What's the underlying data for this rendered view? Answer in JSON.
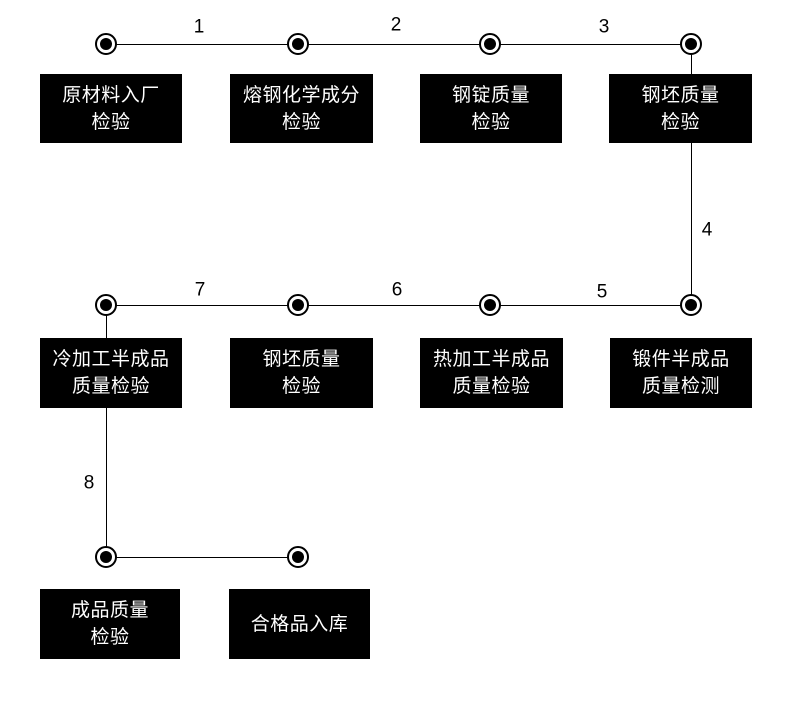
{
  "diagram": {
    "connector_labels": [
      "1",
      "2",
      "3",
      "4",
      "5",
      "6",
      "7",
      "8"
    ],
    "boxes": [
      {
        "lines": [
          "原材料入厂",
          "检验"
        ]
      },
      {
        "lines": [
          "熔钢化学成分",
          "检验"
        ]
      },
      {
        "lines": [
          "钢锭质量",
          "检验"
        ]
      },
      {
        "lines": [
          "钢坯质量",
          "检验"
        ]
      },
      {
        "lines": [
          "冷加工半成品",
          "质量检验"
        ]
      },
      {
        "lines": [
          "钢坯质量",
          "检验"
        ]
      },
      {
        "lines": [
          "热加工半成品",
          "质量检验"
        ]
      },
      {
        "lines": [
          "锻件半成品",
          "质量检测"
        ]
      },
      {
        "lines": [
          "成品质量",
          "检验"
        ]
      },
      {
        "lines": [
          "合格品入库"
        ]
      }
    ],
    "colors": {
      "background": "#ffffff",
      "box_background": "#000000",
      "box_text": "#ffffff",
      "line": "#000000",
      "node": "#000000"
    }
  }
}
